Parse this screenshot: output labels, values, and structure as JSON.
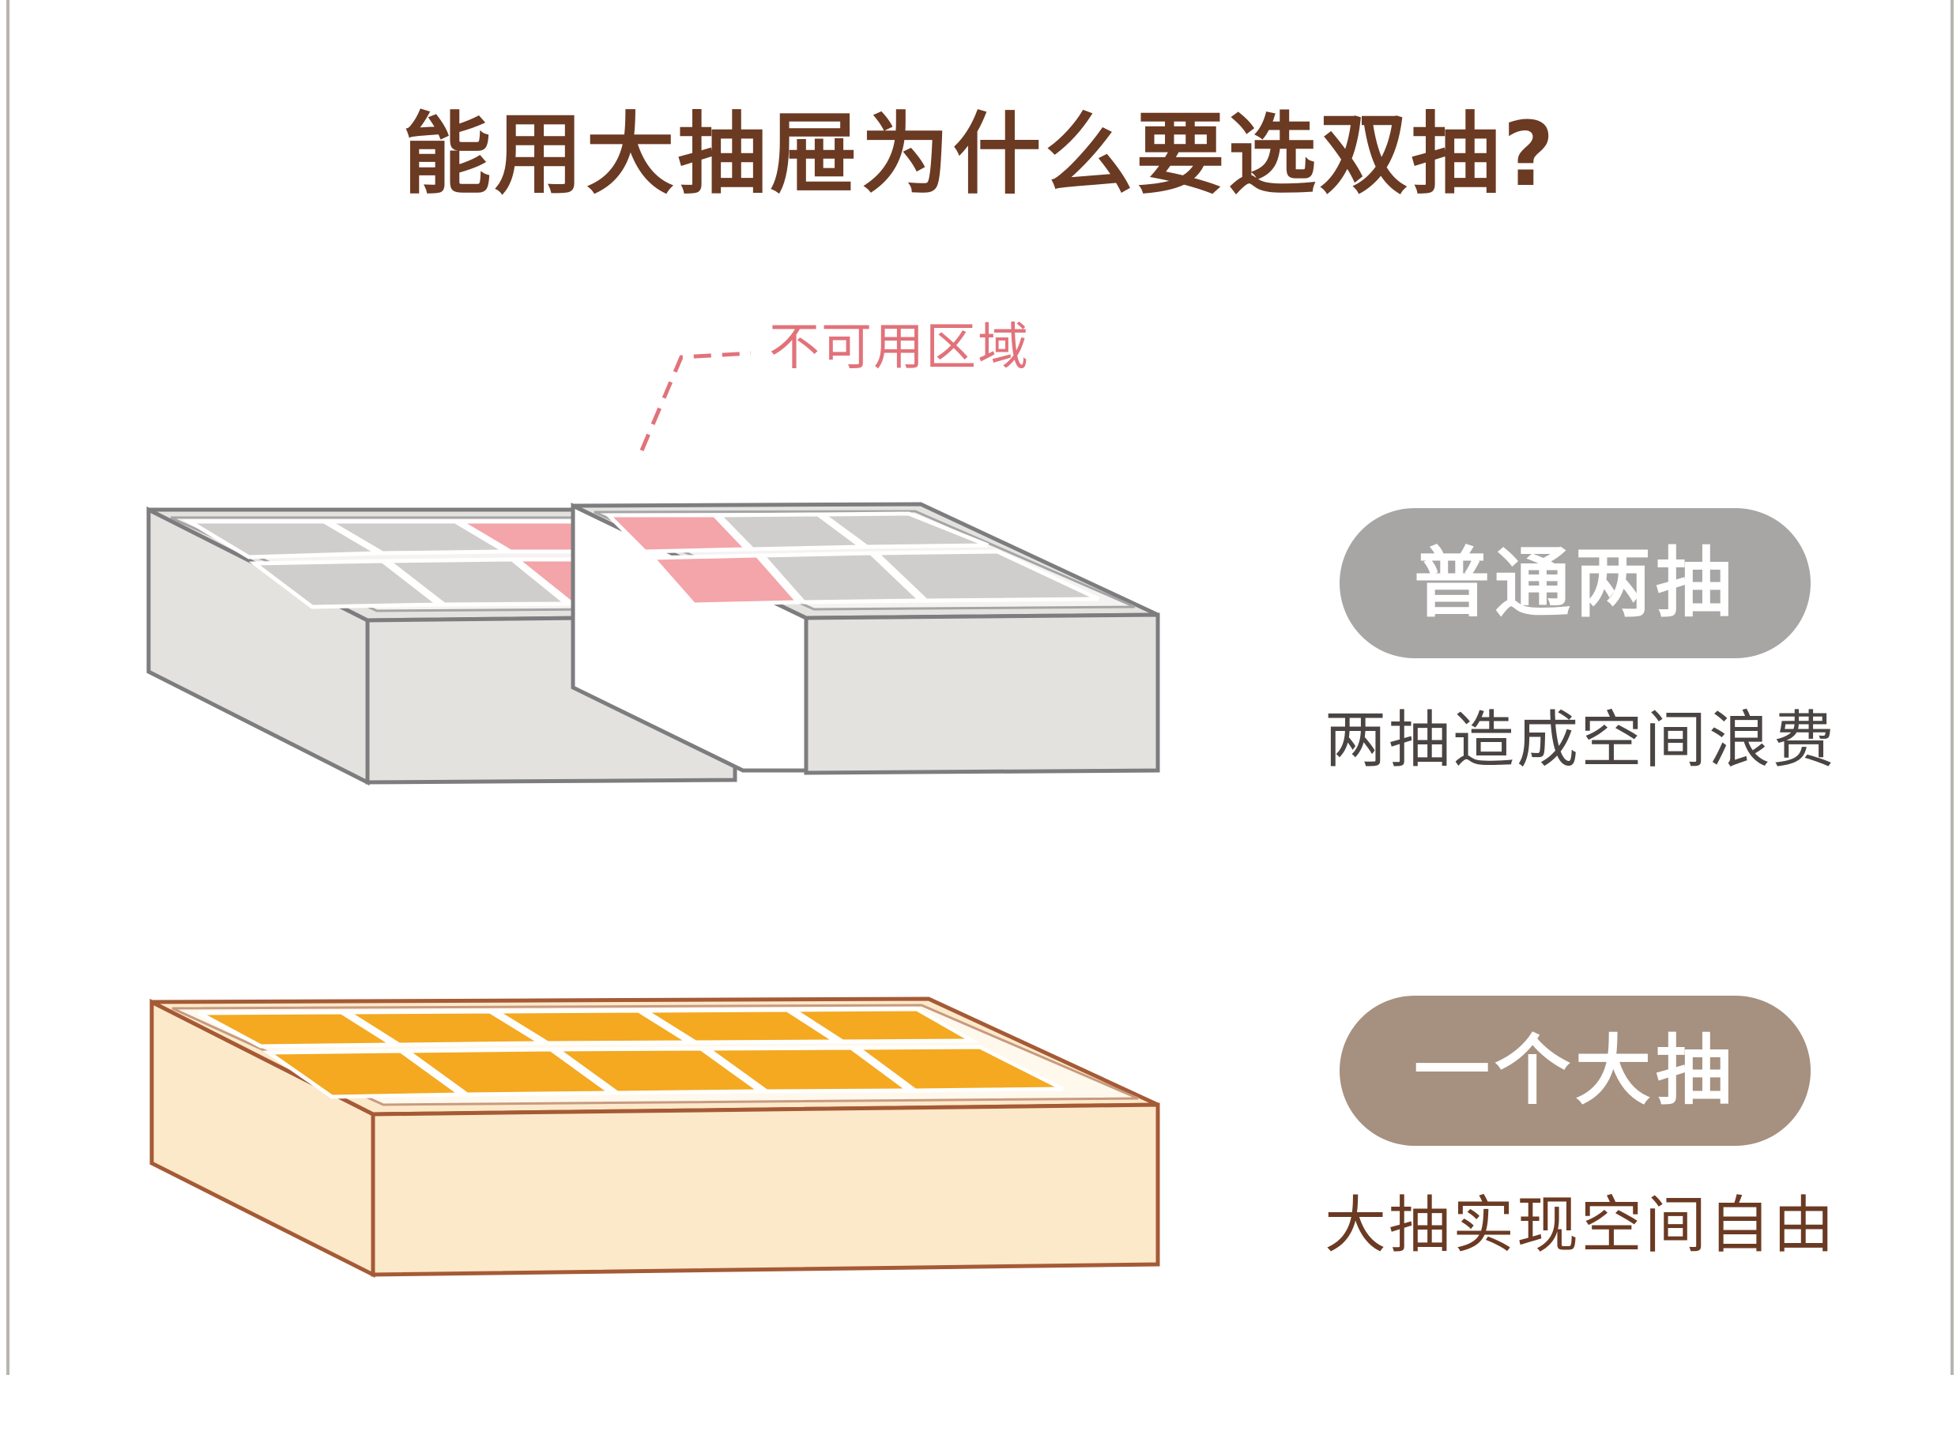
{
  "title": "能用大抽屉为什么要选双抽?",
  "callout": {
    "label": "不可用区域"
  },
  "comparisons": [
    {
      "pill_label": "普通两抽",
      "caption": "两抽造成空间浪费"
    },
    {
      "pill_label": "一个大抽",
      "caption": "大抽实现空间自由"
    }
  ],
  "colors": {
    "title": "#6b3a22",
    "callout": "#e2727a",
    "unusable_area": "#f3a5a9",
    "grey_box": "#e4e2df",
    "grey_compartment": "#cfcecd",
    "grey_outline": "#7d7d7f",
    "big_box": "#fce9c9",
    "big_compartment": "#f4a920",
    "big_outline": "#a55a36",
    "pill_normal": "#a8a6a5",
    "pill_big": "#a6907f"
  },
  "icons": [
    "dashed-leader-line",
    "drawer-illustration"
  ]
}
